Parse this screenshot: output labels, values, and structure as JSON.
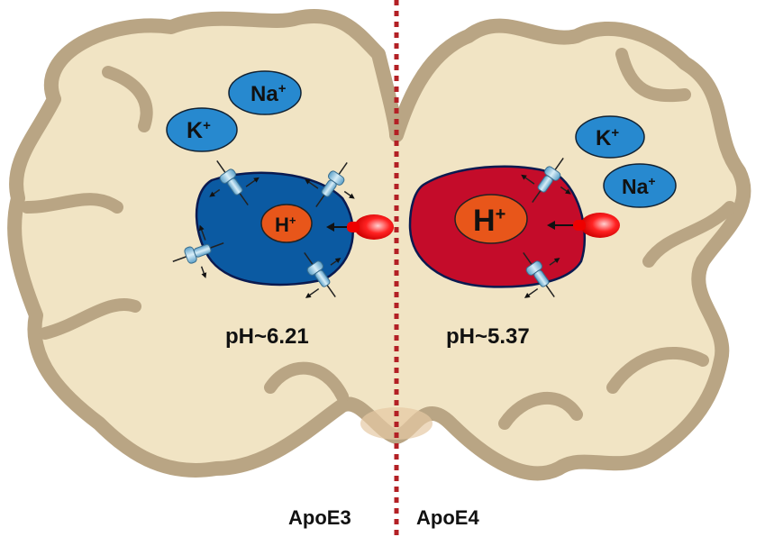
{
  "left": {
    "ion_k": "K",
    "ion_na": "Na",
    "plus": "+",
    "proton": "H",
    "ph": "pH~6.21",
    "genotype": "ApoE3"
  },
  "right": {
    "ion_k": "K",
    "ion_na": "Na",
    "plus": "+",
    "proton": "H",
    "ph": "pH~5.37",
    "genotype": "ApoE4"
  },
  "colors": {
    "tissue": "#f1e4c4",
    "tissue_border": "#b9a584",
    "vesicle_left": "#0b5aa2",
    "vesicle_right": "#c40c2a",
    "ion": "#2789cf",
    "proton": "#e8561a",
    "divider": "#b32025"
  }
}
